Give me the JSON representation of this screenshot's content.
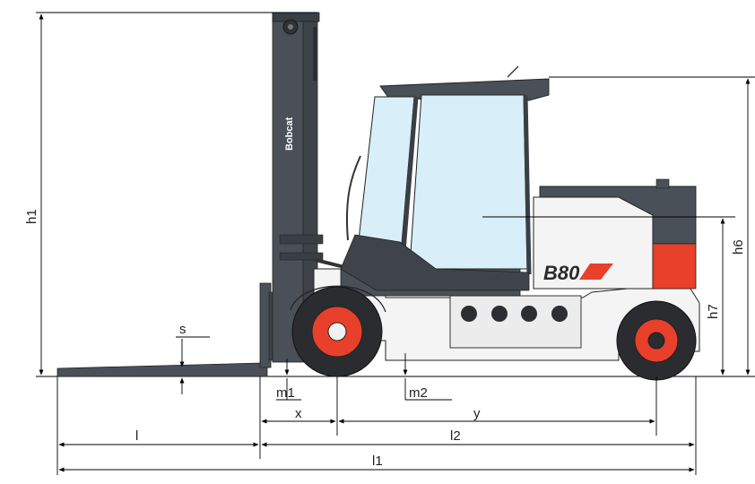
{
  "brand_text": "Bobcat",
  "model_badge": "B80",
  "colors": {
    "body_dark": "#4a5058",
    "body_white": "#f4f4f4",
    "accent_red": "#e8402a",
    "tire": "#2a2c30",
    "glass": "#d8eef8",
    "line": "#000000"
  },
  "labels": {
    "h1": "h1",
    "h6": "h6",
    "h7": "h7",
    "s": "s",
    "m1": "m1",
    "m2": "m2",
    "x": "x",
    "y": "y",
    "l": "l",
    "l2": "l2",
    "l1": "l1"
  }
}
